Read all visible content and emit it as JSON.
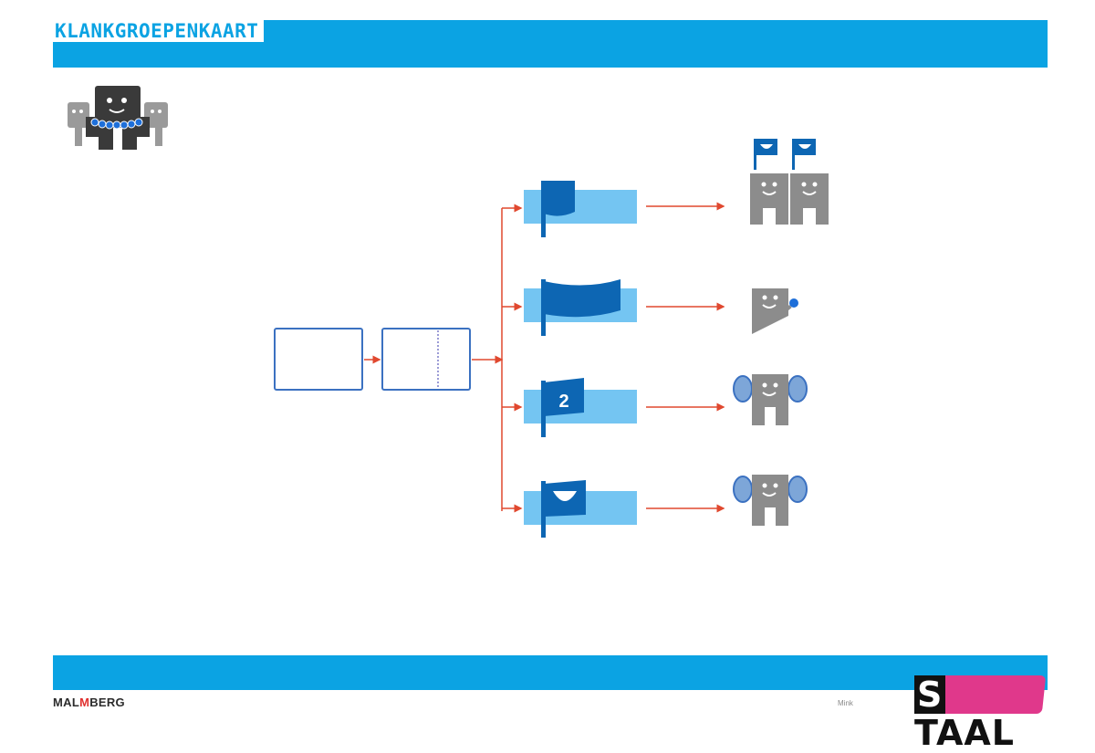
{
  "header": {
    "title": "KLANKGROEPENKAART"
  },
  "diagram": {
    "flag2_label": "2",
    "colors": {
      "band": "#0ba3e3",
      "flag": "#0d66b3",
      "bar": "#74c5f2",
      "arrow": "#e0482f",
      "box": "#3b71c1",
      "character": "#8c8c8c"
    },
    "rows": [
      {
        "flag": "banner-flag-icon",
        "character": "two-characters-with-flags-icon"
      },
      {
        "flag": "wide-wave-flag-icon",
        "character": "character-with-microphone-icon"
      },
      {
        "flag": "number-flag-icon",
        "character": "character-with-ears-icon"
      },
      {
        "flag": "smile-flag-icon",
        "character": "character-with-ears-icon"
      }
    ]
  },
  "footer": {
    "brand_pre": "MAL",
    "brand_mid": "M",
    "brand_post": "BERG",
    "page_number": "Mink",
    "logo_s": "S",
    "logo_rest": "TAAL"
  }
}
